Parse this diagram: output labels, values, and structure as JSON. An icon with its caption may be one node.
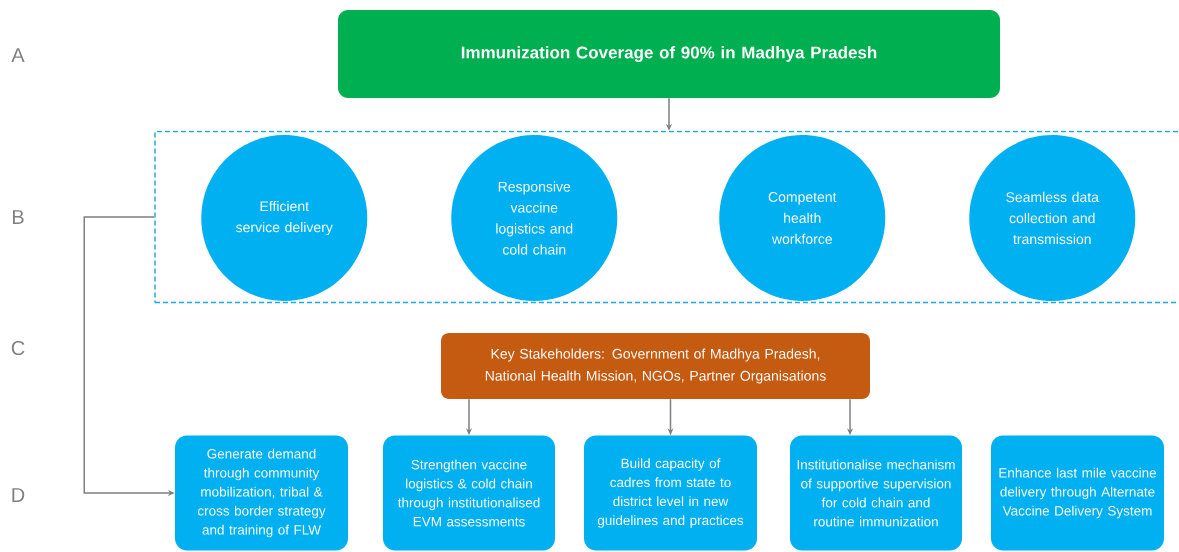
{
  "diagram": {
    "nodes": [
      {
        "text": [
          "Immunization Coverage of 90% in Madhya Pradesh"
        ]
      },
      {
        "text": [],
        "shape": "box"
      },
      {
        "text": [
          "Efficient service delivery"
        ],
        "in": 1
      },
      {
        "text": [
          "Responsive vaccine logistics and cold chain"
        ],
        "in": 1
      },
      {
        "text": [
          "Competent health workforce"
        ],
        "in": 1
      },
      {
        "text": [
          "Seamless data collection and transmission"
        ],
        "in": 1
      },
      {
        "text": [
          "Key Stakeholders: Government of Madhya Pradesh, National Health Mission, NGOs, Partner Organisations"
        ]
      },
      {
        "text": [
          "Generate demand through community mobilization, tribal & cross border strategy and training of FLW"
        ]
      },
      {
        "text": [
          "Strengthen vaccine logistics & cold chain through institutionalised EVM assessments"
        ]
      },
      {
        "text": [
          "Build capacity of cadres from state to district level in new guidelines and practices"
        ]
      },
      {
        "text": [
          "Institutionalise mechanism of supportive supervision for cold chain and routine immunization"
        ]
      },
      {
        "text": [
          "Enhance last mile vaccine delivery through Alternate Vaccine Delivery System"
        ]
      }
    ],
    "edges": [
      {
        "from": 0,
        "to": 1,
        "arrow": "to"
      },
      {
        "from": 1,
        "to": 7,
        "arrow": "to"
      },
      {
        "from": 6,
        "to": 8,
        "arrow": "to"
      },
      {
        "from": 6,
        "to": 9,
        "arrow": "to"
      },
      {
        "from": 6,
        "to": 10,
        "arrow": "to"
      }
    ],
    "labels": [
      "A",
      "B",
      "C",
      "D"
    ]
  }
}
